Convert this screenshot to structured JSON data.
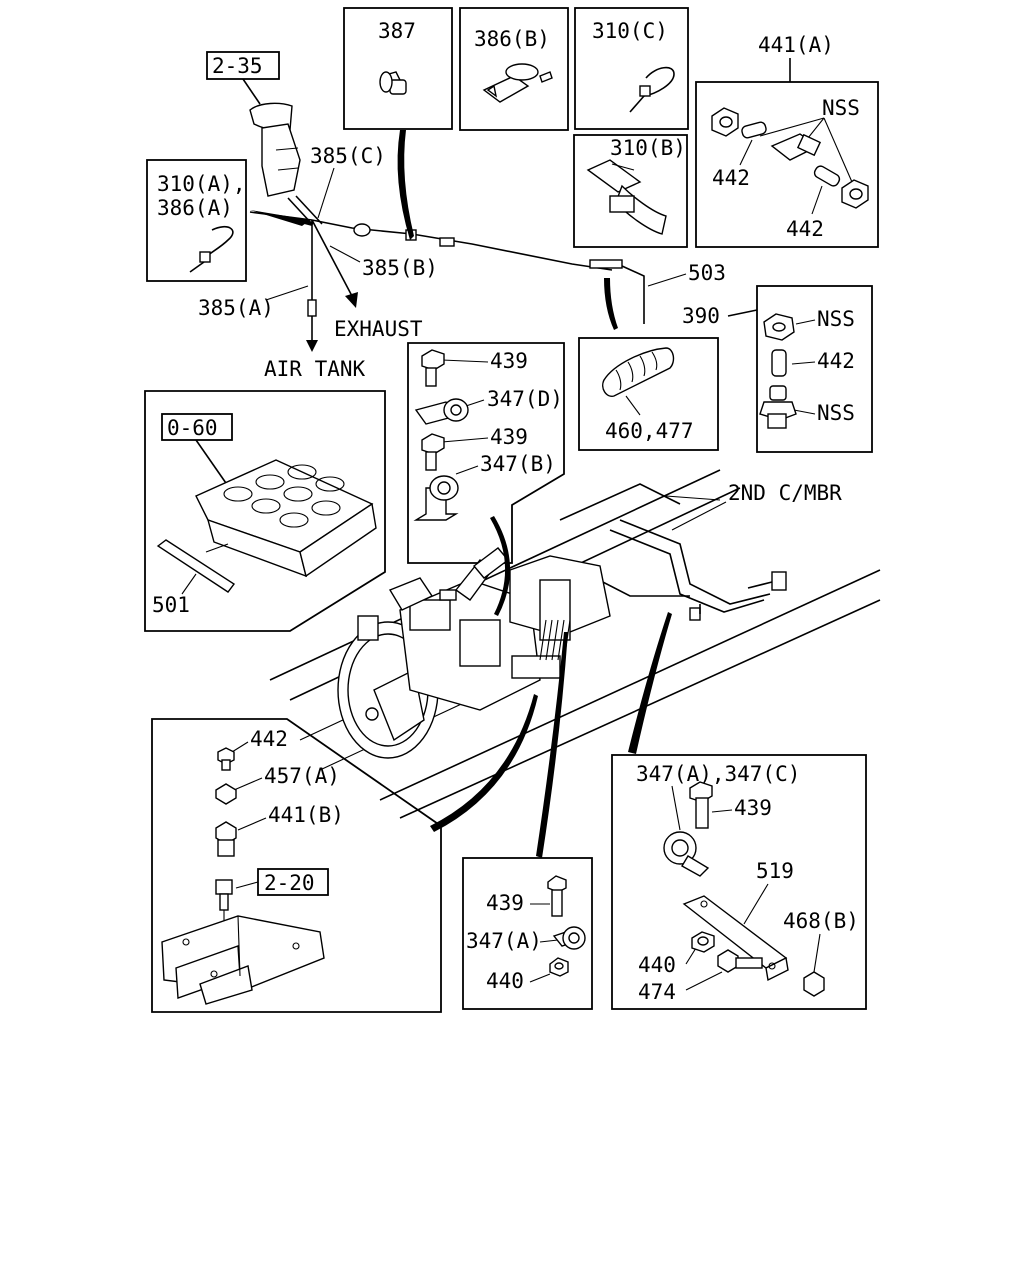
{
  "refs": {
    "r235": "2-35",
    "r060": "0-60",
    "r220": "2-20"
  },
  "labels": {
    "p387": "387",
    "p386b": "386(B)",
    "p310c": "310(C)",
    "p441a": "441(A)",
    "nss1": "NSS",
    "p442a": "442",
    "p442b": "442",
    "p310b": "310(B)",
    "p385c": "385(C)",
    "p310a": "310(A),",
    "p386a": "386(A)",
    "p385b": "385(B)",
    "p385a": "385(A)",
    "exhaust": "EXHAUST",
    "airtank": "AIR TANK",
    "p503": "503",
    "p390": "390",
    "nss2": "NSS",
    "p442c": "442",
    "nss3": "NSS",
    "p439a": "439",
    "p347d": "347(D)",
    "p439b": "439",
    "p347b": "347(B)",
    "p460": "460,477",
    "mbr": "2ND C/MBR",
    "p501": "501",
    "p442d": "442",
    "p457a": "457(A)",
    "p441b": "441(B)",
    "p347ac": "347(A),347(C)",
    "p439c": "439",
    "p519": "519",
    "p468b": "468(B)",
    "p440a": "440",
    "p474": "474",
    "p439d": "439",
    "p347a": "347(A)",
    "p440b": "440"
  }
}
